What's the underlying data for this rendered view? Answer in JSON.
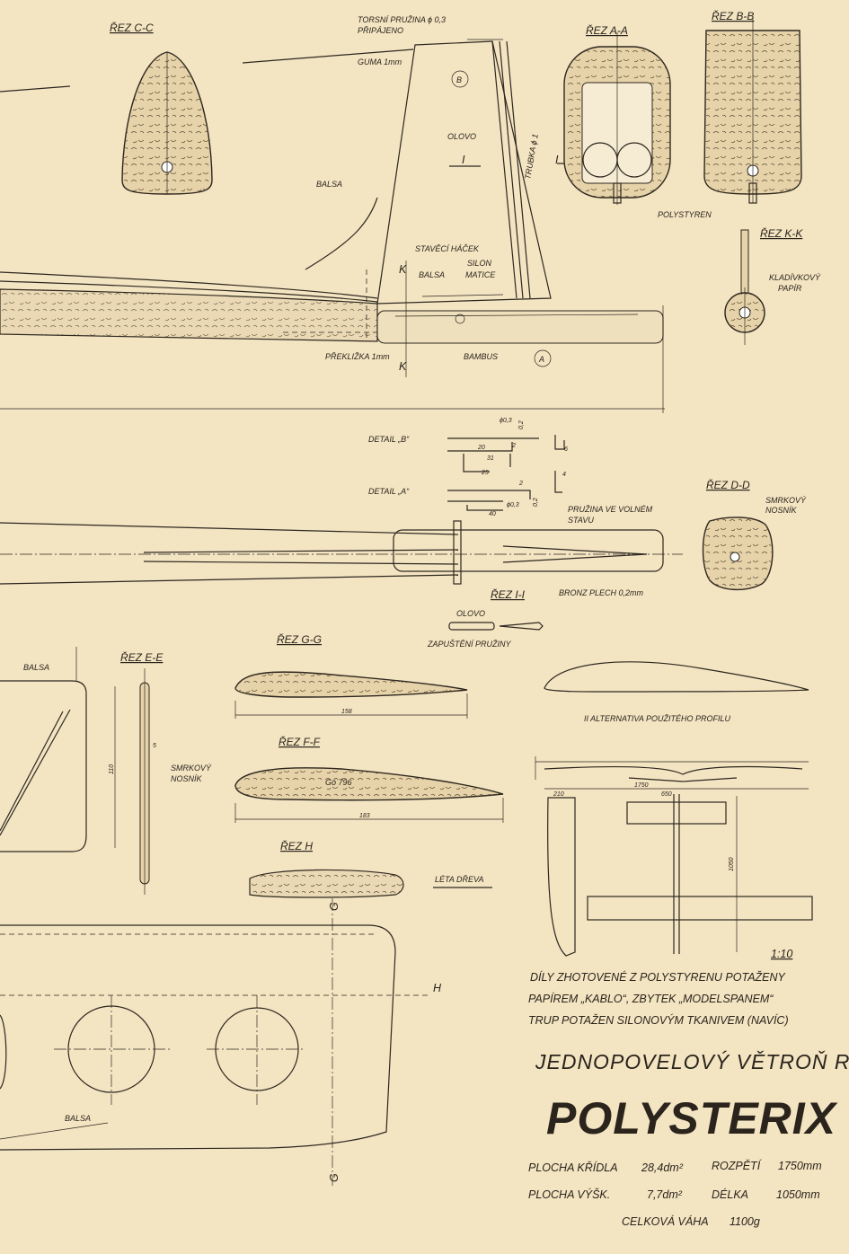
{
  "labels": {
    "rez_cc": "ŘEZ C-C",
    "torsni": "TORSNÍ PRUŽINA ϕ 0,3",
    "pripajeno": "PŘIPÁJENO",
    "guma": "GUMA 1mm",
    "b_circle": "B",
    "rez_aa": "ŘEZ A-A",
    "rez_bb": "ŘEZ B-B",
    "olovo_top": "OLOVO",
    "trubka": "TRUBKA ϕ 1",
    "i_left": "I",
    "i_right": "I",
    "balsa_mid": "BALSA",
    "polystyren": "POLYSTYREN",
    "rez_kk": "ŘEZ K-K",
    "kladivkovy": "KLADÍVKOVÝ",
    "papir": "PAPÍR",
    "staveci": "STAVĚCÍ HÁČEK",
    "silon": "SILON",
    "matice": "MATICE",
    "balsa_small": "BALSA",
    "k_top": "K",
    "k_bottom": "K",
    "preklizka": "PŘEKLIŽKA 1mm",
    "bambus": "BAMBUS",
    "a_circle": "A",
    "detail_b": "DETAIL „B“",
    "detail_a": "DETAIL „A“",
    "rez_dd": "ŘEZ D-D",
    "smrkovy_dd": "SMRKOVÝ",
    "nosnik_dd": "NOSNÍK",
    "pruzina": "PRUŽINA VE VOLNÉM",
    "stavu": "STAVU",
    "rez_ii": "ŘEZ I-I",
    "bronz": "BRONZ PLECH 0,2mm",
    "olovo_small": "OLOVO",
    "zapusteni": "ZAPUŠTĚNÍ PRUŽINY",
    "balsa_wing": "BALSA",
    "rez_ee": "ŘEZ E-E",
    "rez_gg": "ŘEZ G-G",
    "alternativa": "II ALTERNATIVA POUŽITÉHO PROFILU",
    "rez_ff": "ŘEZ F-F",
    "smrkovy_f": "SMRKOVÝ",
    "nosnik_f": "NOSNÍK",
    "go": "Gö 796",
    "rez_h": "ŘEZ H",
    "leta": "LÉTA DŘEVA",
    "g_top": "G",
    "g_bottom": "G",
    "h_label": "H",
    "balsa_bottom": "BALSA",
    "scale": "1:10"
  },
  "dims": {
    "d_03": "ϕ0,3",
    "d_02a": "0,2",
    "d_20": "20",
    "d_2a": "2",
    "d_31": "31",
    "d_25": "25",
    "d_2b": "2",
    "d_03b": "ϕ0,3",
    "d_02b": "0,2",
    "d_40": "40",
    "d_6": "6",
    "d_4": "4",
    "d_5": "5",
    "d_110": "110",
    "d_158": "158",
    "d_183": "183",
    "d_1750": "1750",
    "d_210": "210",
    "d_650": "650",
    "d_1050": "1050"
  },
  "notes": [
    "DÍLY ZHOTOVENÉ Z POLYSTYRENU POTAŽENY",
    "PAPÍREM „KABLO“, ZBYTEK „MODELSPANEM“",
    "TRUP POTAŽEN SILONOVÝM TKANIVEM (NAVÍC)"
  ],
  "title": {
    "subtitle": "JEDNOPOVELOVÝ VĚTROŇ RC",
    "name": "POLYSTERIX"
  },
  "specs": {
    "plocha_kridla_label": "PLOCHA KŘÍDLA",
    "plocha_kridla_value": "28,4dm²",
    "rozpeti_label": "ROZPĚTÍ",
    "rozpeti_value": "1750mm",
    "plocha_vysk_label": "PLOCHA VÝŠK.",
    "plocha_vysk_value": "7,7dm²",
    "delka_label": "DÉLKA",
    "delka_value": "1050mm",
    "celkova_label": "CELKOVÁ VÁHA",
    "celkova_value": "1100g"
  }
}
